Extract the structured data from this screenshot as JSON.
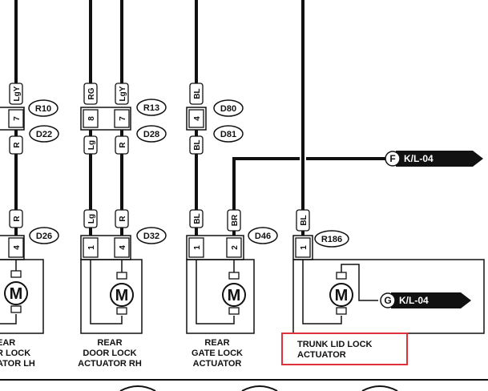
{
  "wire_colors": {
    "lh_upper": "LgY",
    "lh_lower": "R",
    "rh_upper_left": "RG",
    "rh_upper_right": "LgY",
    "rh_lower_left": "Lg",
    "rh_lower_right": "R",
    "gate_upper": "BL",
    "gate_lower": "BL",
    "lh_actuator": "R",
    "rh_actuator_left": "Lg",
    "rh_actuator_right": "R",
    "gate_actuator_left": "BL",
    "gate_actuator_right": "BR",
    "trunk_actuator": "BL"
  },
  "pins": {
    "r10": "7",
    "r13_left": "8",
    "r13_right": "7",
    "d80": "4",
    "d26": "4",
    "d32_left": "1",
    "d32_right": "4",
    "d46_left": "1",
    "d46_right": "2",
    "r186": "1"
  },
  "connectors": {
    "r10": "R10",
    "d22": "D22",
    "r13": "R13",
    "d28": "D28",
    "d80": "D80",
    "d81": "D81",
    "d26": "D26",
    "d32": "D32",
    "d46": "D46",
    "r186": "R186"
  },
  "refs": {
    "f": {
      "letter": "F",
      "label": "K/L-04"
    },
    "g": {
      "letter": "G",
      "label": "K/L-04"
    }
  },
  "motor_symbol": "M",
  "components": {
    "lh": [
      "EAR",
      "R LOCK",
      "ATOR LH"
    ],
    "rh": [
      "REAR",
      "DOOR LOCK",
      "ACTUATOR RH"
    ],
    "gate": [
      "REAR",
      "GATE LOCK",
      "ACTUATOR"
    ],
    "trunk": [
      "TRUNK LID LOCK",
      "ACTUATOR"
    ]
  },
  "highlight_color": "#e0303a"
}
